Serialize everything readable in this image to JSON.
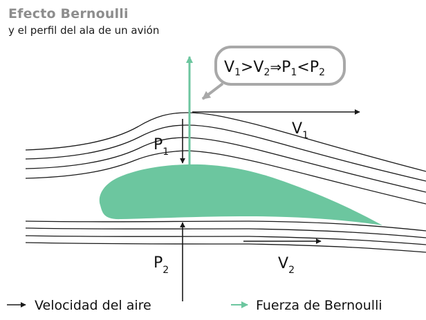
{
  "header": {
    "title": "Efecto Bernoulli",
    "subtitle": "y el perfil del ala de un avión"
  },
  "formula": {
    "v1": "V",
    "v1_sub": "1",
    "gt": ">",
    "v2": "V",
    "v2_sub": "2",
    "implies": "⇒",
    "p1": "P",
    "p1_sub": "1",
    "lt": "<",
    "p2": "P",
    "p2_sub": "2"
  },
  "labels": {
    "v1_base": "V",
    "v1_sub": "1",
    "v2_base": "V",
    "v2_sub": "2",
    "p1_base": "P",
    "p1_sub": "1",
    "p2_base": "P",
    "p2_sub": "2"
  },
  "legend": {
    "air_speed": "Velocidad del aire",
    "bernoulli_force": "Fuerza de Bernoulli"
  },
  "colors": {
    "wing_fill": "#6cc69f",
    "force_arrow": "#6cc69f",
    "callout_border": "#a8a8a8",
    "line": "#1a1a1a",
    "title_gray": "#8d8d8d"
  }
}
